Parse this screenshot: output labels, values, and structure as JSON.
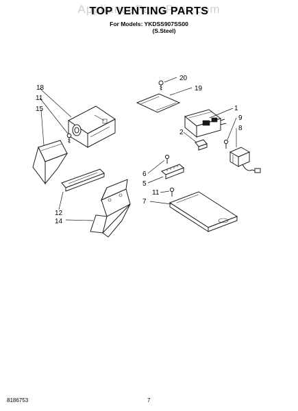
{
  "watermark": "AppliancePartsPros.com",
  "title": "TOP VENTING PARTS",
  "models_line": "For Models: YKDSS907SS00",
  "finish_line": "(S.Steel)",
  "callouts": [
    "1",
    "2",
    "5",
    "6",
    "7",
    "8",
    "9",
    "11",
    "11",
    "12",
    "14",
    "15",
    "18",
    "19",
    "20"
  ],
  "footer": {
    "doc_number": "8186753",
    "page_number": "7"
  },
  "colors": {
    "line": "#1a1a1a",
    "watermark": "#999999"
  }
}
